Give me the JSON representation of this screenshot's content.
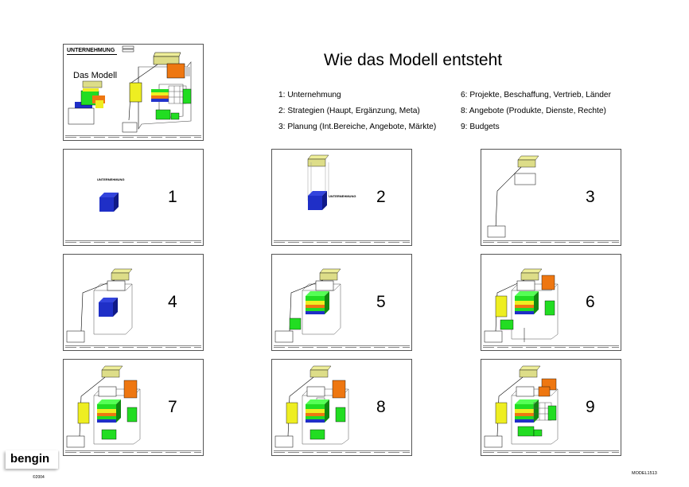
{
  "title": "Wie das Modell entsteht",
  "legend_left": [
    "1: Unternehmung",
    "2: Strategien (Haupt, Ergänzung, Meta)",
    "3: Planung (Int.Bereiche, Angebote, Märkte)"
  ],
  "legend_right": [
    "6: Projekte, Beschaffung, Vertrieb, Länder",
    "8: Angebote (Produkte, Dienste, Rechte)",
    "9: Budgets"
  ],
  "overview": {
    "title": "UNTERNEHMUNG",
    "subtitle": "Das Modell"
  },
  "step_label": "UNTERNEHMUNG",
  "steps": [
    "1",
    "2",
    "3",
    "4",
    "5",
    "6",
    "7",
    "8",
    "9"
  ],
  "brand": "bengin",
  "copyright": "©2004",
  "doc_id": "MODEL1513",
  "colors": {
    "blue": "#1f2fc7",
    "green": "#22dd22",
    "orange": "#ee7711",
    "yellow": "#eeee22",
    "khaki": "#dddd88"
  }
}
